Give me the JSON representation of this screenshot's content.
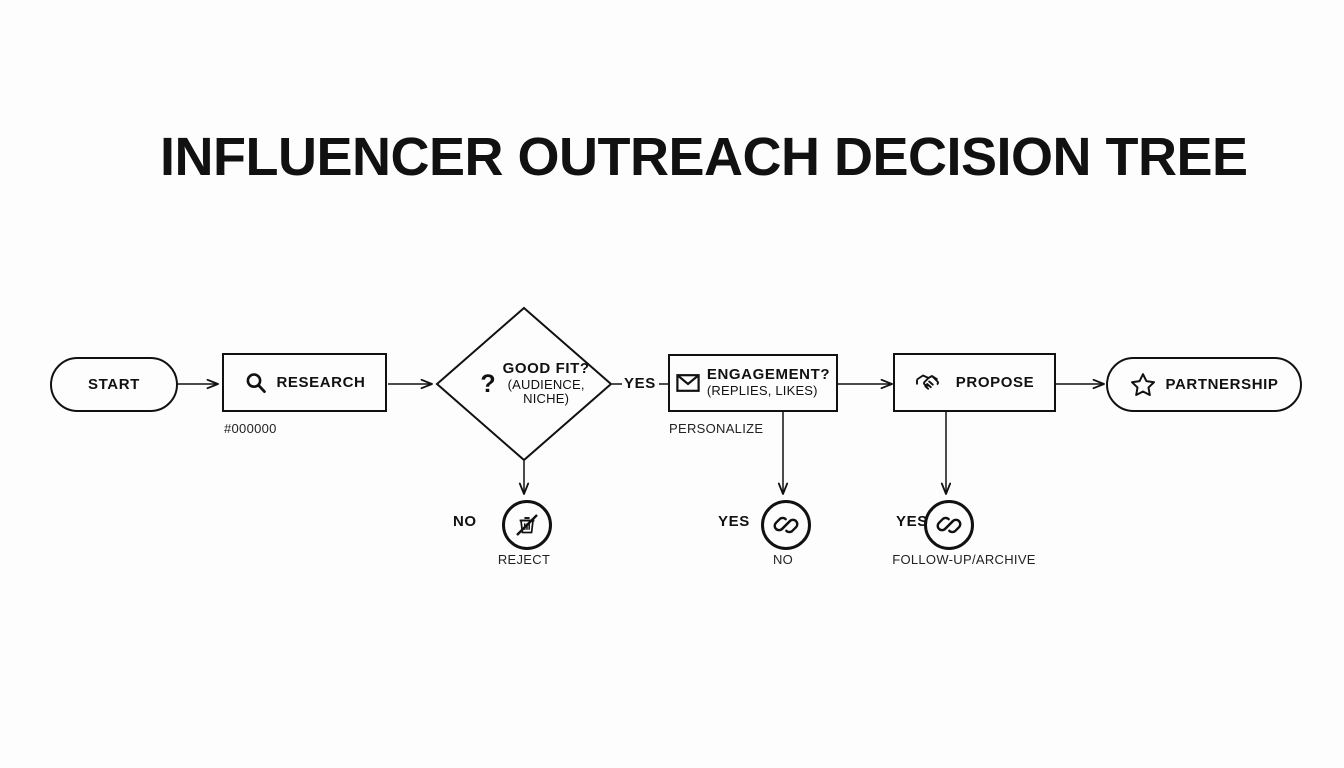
{
  "title": "INFLUENCER OUTREACH DECISION TREE",
  "theme": {
    "background": "#fdfdfd",
    "stroke": "#111111",
    "text": "#111111",
    "caption_text": "#222222"
  },
  "nodes": {
    "start": {
      "label": "START",
      "shape": "pill",
      "icon": ""
    },
    "research": {
      "label": "RESEARCH",
      "shape": "box",
      "icon": "magnifier-icon",
      "caption": "#000000"
    },
    "good_fit": {
      "label": "GOOD FIT?",
      "shape": "diamond",
      "icon": "question-mark-icon",
      "sub_line_1": "(AUDIENCE,",
      "sub_line_2": "NICHE)"
    },
    "engagement": {
      "label": "ENGAGEMENT?",
      "shape": "box",
      "icon": "envelope-icon",
      "sub": "(REPLIES, LIKES)",
      "caption": "PERSONALIZE"
    },
    "propose": {
      "label": "PROPOSE",
      "shape": "box",
      "icon": "handshake-icon"
    },
    "partnership": {
      "label": "PARTNERSHIP",
      "shape": "pill",
      "icon": "star-icon"
    },
    "reject": {
      "caption": "REJECT",
      "shape": "circle",
      "icon": "trash-prohibited-icon",
      "edge_label": "NO"
    },
    "no_engagement": {
      "caption": "NO",
      "shape": "circle",
      "icon": "chain-link-icon",
      "edge_label": "YES"
    },
    "follow_up": {
      "caption": "FOLLOW-UP/ARCHIVE",
      "shape": "circle",
      "icon": "chain-link-icon",
      "edge_label": "YES"
    }
  },
  "edges": {
    "good_fit_yes": "YES"
  }
}
